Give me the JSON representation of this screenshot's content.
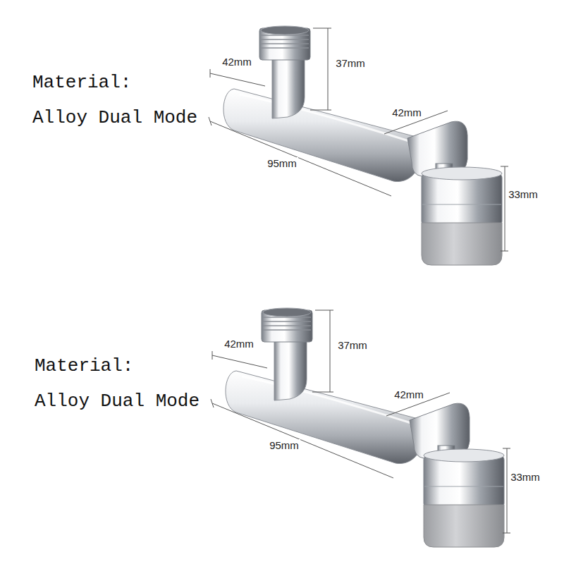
{
  "diagram": {
    "labels": [
      "Material:",
      "Alloy Dual Mode",
      "42mm",
      "37mm",
      "42mm",
      "95mm",
      "33mm",
      "Material:",
      "Alloy Dual Mode",
      "42mm",
      "37mm",
      "42mm",
      "95mm",
      "33mm"
    ]
  }
}
